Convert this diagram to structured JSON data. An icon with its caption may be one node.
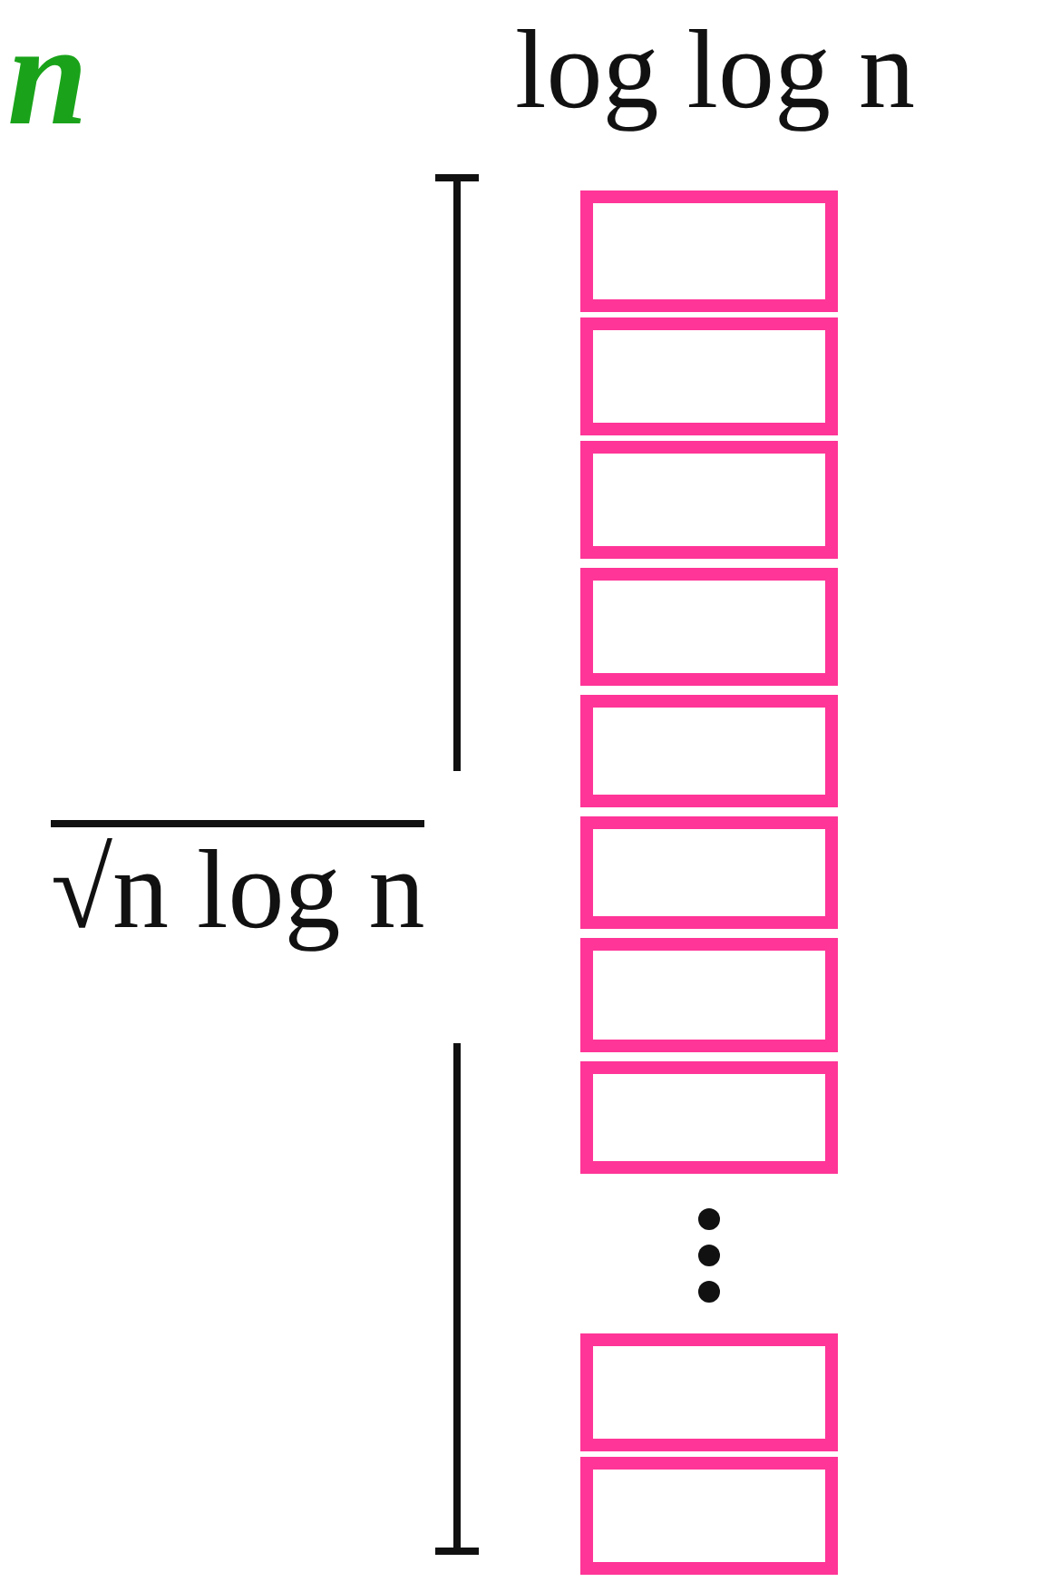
{
  "diagram": {
    "nodes": [
      {
        "text": [],
        "shape": "box"
      },
      {
        "text": [],
        "shape": "box"
      },
      {
        "text": [],
        "shape": "box"
      },
      {
        "text": [],
        "shape": "box"
      },
      {
        "text": [],
        "shape": "box"
      },
      {
        "text": [],
        "shape": "box"
      },
      {
        "text": [],
        "shape": "box"
      },
      {
        "text": [],
        "shape": "box"
      },
      {
        "text": [],
        "shape": "box"
      },
      {
        "text": [],
        "shape": "box"
      }
    ],
    "labels": [
      "n",
      "log log n",
      "√n log n"
    ]
  }
}
